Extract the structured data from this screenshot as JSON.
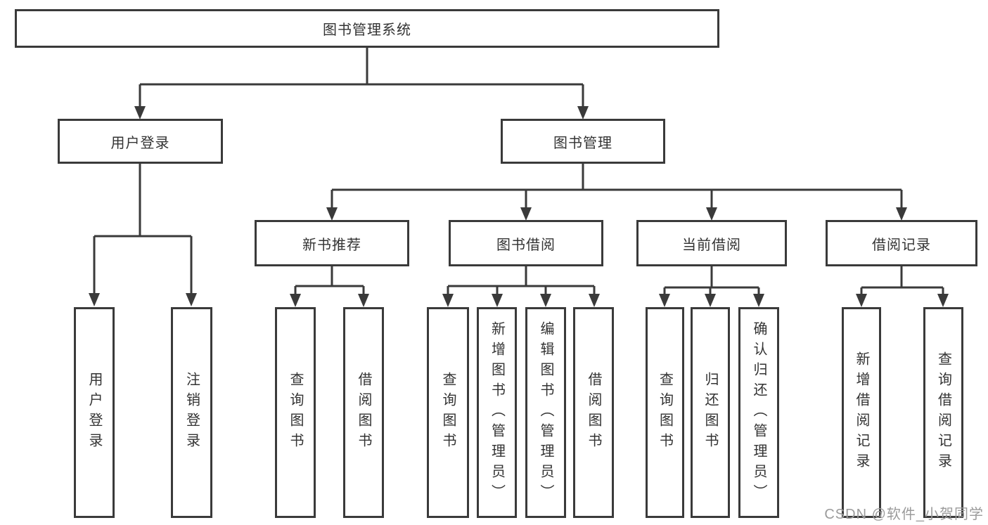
{
  "nodes": {
    "root": "图书管理系统",
    "user_login": "用户登录",
    "book_mgmt": "图书管理",
    "new_book": "新书推荐",
    "book_borrow": "图书借阅",
    "current_borrow": "当前借阅",
    "borrow_record": "借阅记录"
  },
  "leaves": {
    "user_login": [
      "用户登录",
      "注销登录"
    ],
    "new_book": [
      "查询图书",
      "借阅图书"
    ],
    "book_borrow": [
      "查询图书",
      "新增图书（管理员）",
      "编辑图书（管理员）",
      "借阅图书"
    ],
    "current_borrow": [
      "查询图书",
      "归还图书",
      "确认归还（管理员）"
    ],
    "borrow_record": [
      "新增借阅记录",
      "查询借阅记录"
    ]
  },
  "watermark": "CSDN @软件_小贺同学",
  "colors": {
    "line": "#3a3a3a",
    "box_border": "#3a3a3a",
    "text": "#333333",
    "background": "#ffffff",
    "watermark": "#9b9b9b"
  }
}
